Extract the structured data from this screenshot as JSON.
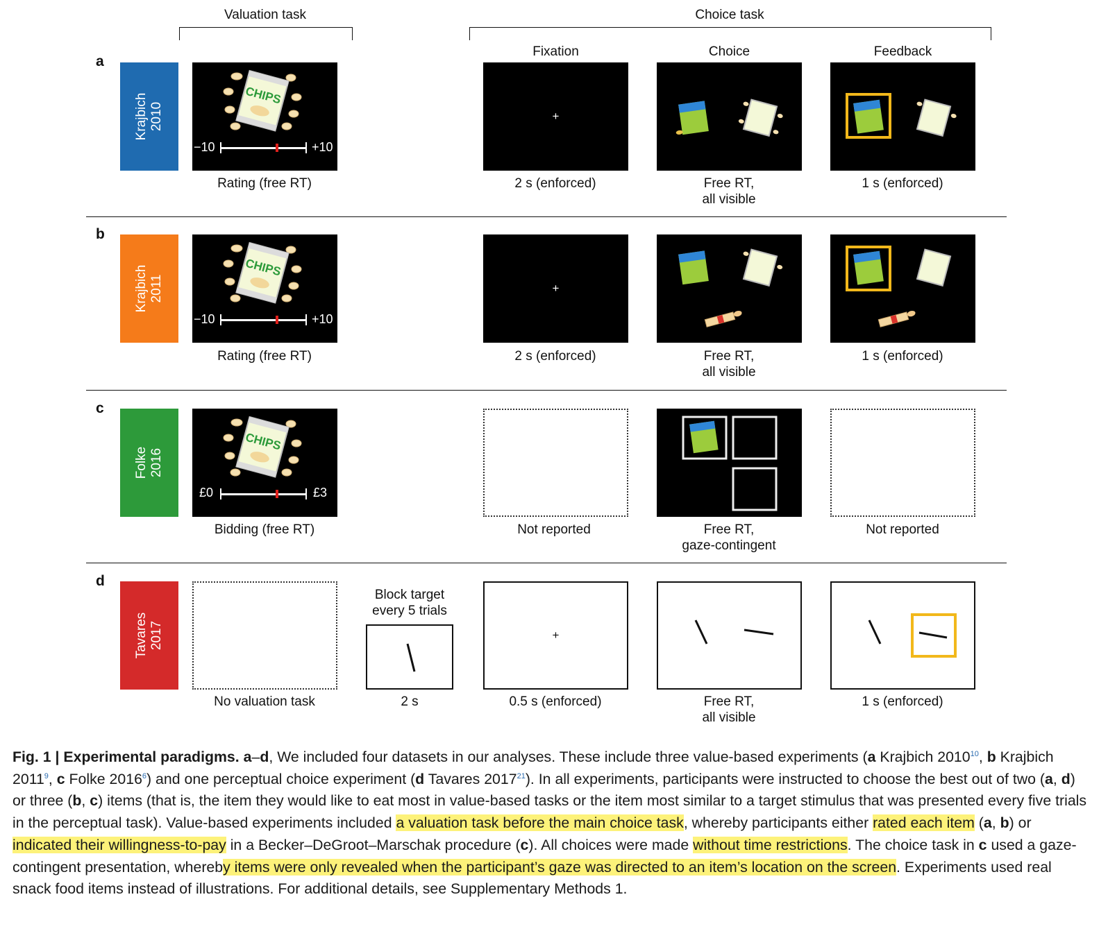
{
  "headers": {
    "valuation_task": "Valuation task",
    "choice_task": "Choice task",
    "fixation": "Fixation",
    "choice": "Choice",
    "feedback": "Feedback"
  },
  "rows": [
    {
      "letter": "a",
      "dataset": [
        "Krajbich",
        "2010"
      ],
      "color": "#1f6bb0",
      "scale_left": "−10",
      "scale_right": "+10",
      "valuation_caption": [
        "Rating (free RT)"
      ],
      "fixation_caption": [
        "2 s (enforced)"
      ],
      "choice_caption": [
        "Free RT,",
        "all visible"
      ],
      "feedback_caption": [
        "1 s (enforced)"
      ]
    },
    {
      "letter": "b",
      "dataset": [
        "Krajbich",
        "2011"
      ],
      "color": "#f57b1a",
      "scale_left": "−10",
      "scale_right": "+10",
      "valuation_caption": [
        "Rating (free RT)"
      ],
      "fixation_caption": [
        "2 s (enforced)"
      ],
      "choice_caption": [
        "Free RT,",
        "all visible"
      ],
      "feedback_caption": [
        "1 s (enforced)"
      ]
    },
    {
      "letter": "c",
      "dataset": [
        "Folke",
        "2016"
      ],
      "color": "#2d9a3a",
      "scale_left": "£0",
      "scale_right": "£3",
      "valuation_caption": [
        "Bidding (free RT)"
      ],
      "fixation_caption": [
        "Not reported"
      ],
      "choice_caption": [
        "Free RT,",
        "gaze-contingent"
      ],
      "feedback_caption": [
        "Not reported"
      ]
    },
    {
      "letter": "d",
      "dataset": [
        "Tavares",
        "2017"
      ],
      "color": "#d42a2a",
      "valuation_caption": [
        "No valuation task"
      ],
      "block_label": [
        "Block target",
        "every 5 trials"
      ],
      "block_caption": [
        "2 s"
      ],
      "fixation_caption": [
        "0.5 s (enforced)"
      ],
      "choice_caption": [
        "Free RT,",
        "all visible"
      ],
      "feedback_caption": [
        "1 s (enforced)"
      ]
    }
  ],
  "chips_text": "CHIPS",
  "fixation_cross": "+",
  "highlight_color": "#fdf27a",
  "figure_caption": {
    "label": "Fig. 1 | Experimental paradigms.",
    "a_d": "a",
    "dash": "–",
    "d": "d",
    "t1": ", We included four datasets in our analyses. These include three value-based experiments (",
    "a": "a",
    "t2": " Krajbich 2010",
    "r10": "10",
    "t3": ",",
    "b": "b",
    "t4": " Krajbich 2011",
    "r9": "9",
    "t5": ", ",
    "c": "c",
    "t6": " Folke 2016",
    "r6": "6",
    "t7": ") and one perceptual choice experiment (",
    "d2": "d",
    "t8": " Tavares 2017",
    "r21": "21",
    "t9": "). In all experiments, participants were instructed to choose the best out of two (",
    "a2": "a",
    "t10": ", ",
    "d3": "d",
    "t11": ") or three (",
    "b2": "b",
    "t12": ", ",
    "c2": "c",
    "t13": ") items (that is, the item they would like to eat most in value-based tasks or the item most similar to a target stimulus that was presented every five trials in the perceptual task). Value-based experiments included ",
    "h1": "a valuation task before the main choice task",
    "t14": ", whereby participants either ",
    "h2": "rated each item",
    "t15": " (",
    "a3": "a",
    "t16": ", ",
    "b3": "b",
    "t17": ") or ",
    "h3": "indicated their willingness-to-pay",
    "t18": " in a Becker–DeGroot–Marschak procedure (",
    "c3": "c",
    "t19": "). All choices were made ",
    "h4": "without time restrictions",
    "t20": ". The choice task in ",
    "c4": "c",
    "t21": " used a gaze-contingent presentation, whereb",
    "h5": "y items were only revealed when the participant’s gaze was directed to an item’s location on the screen",
    "t22": ". Experiments used real snack food items instead of illustrations. For additional details, see Supplementary Methods 1."
  }
}
